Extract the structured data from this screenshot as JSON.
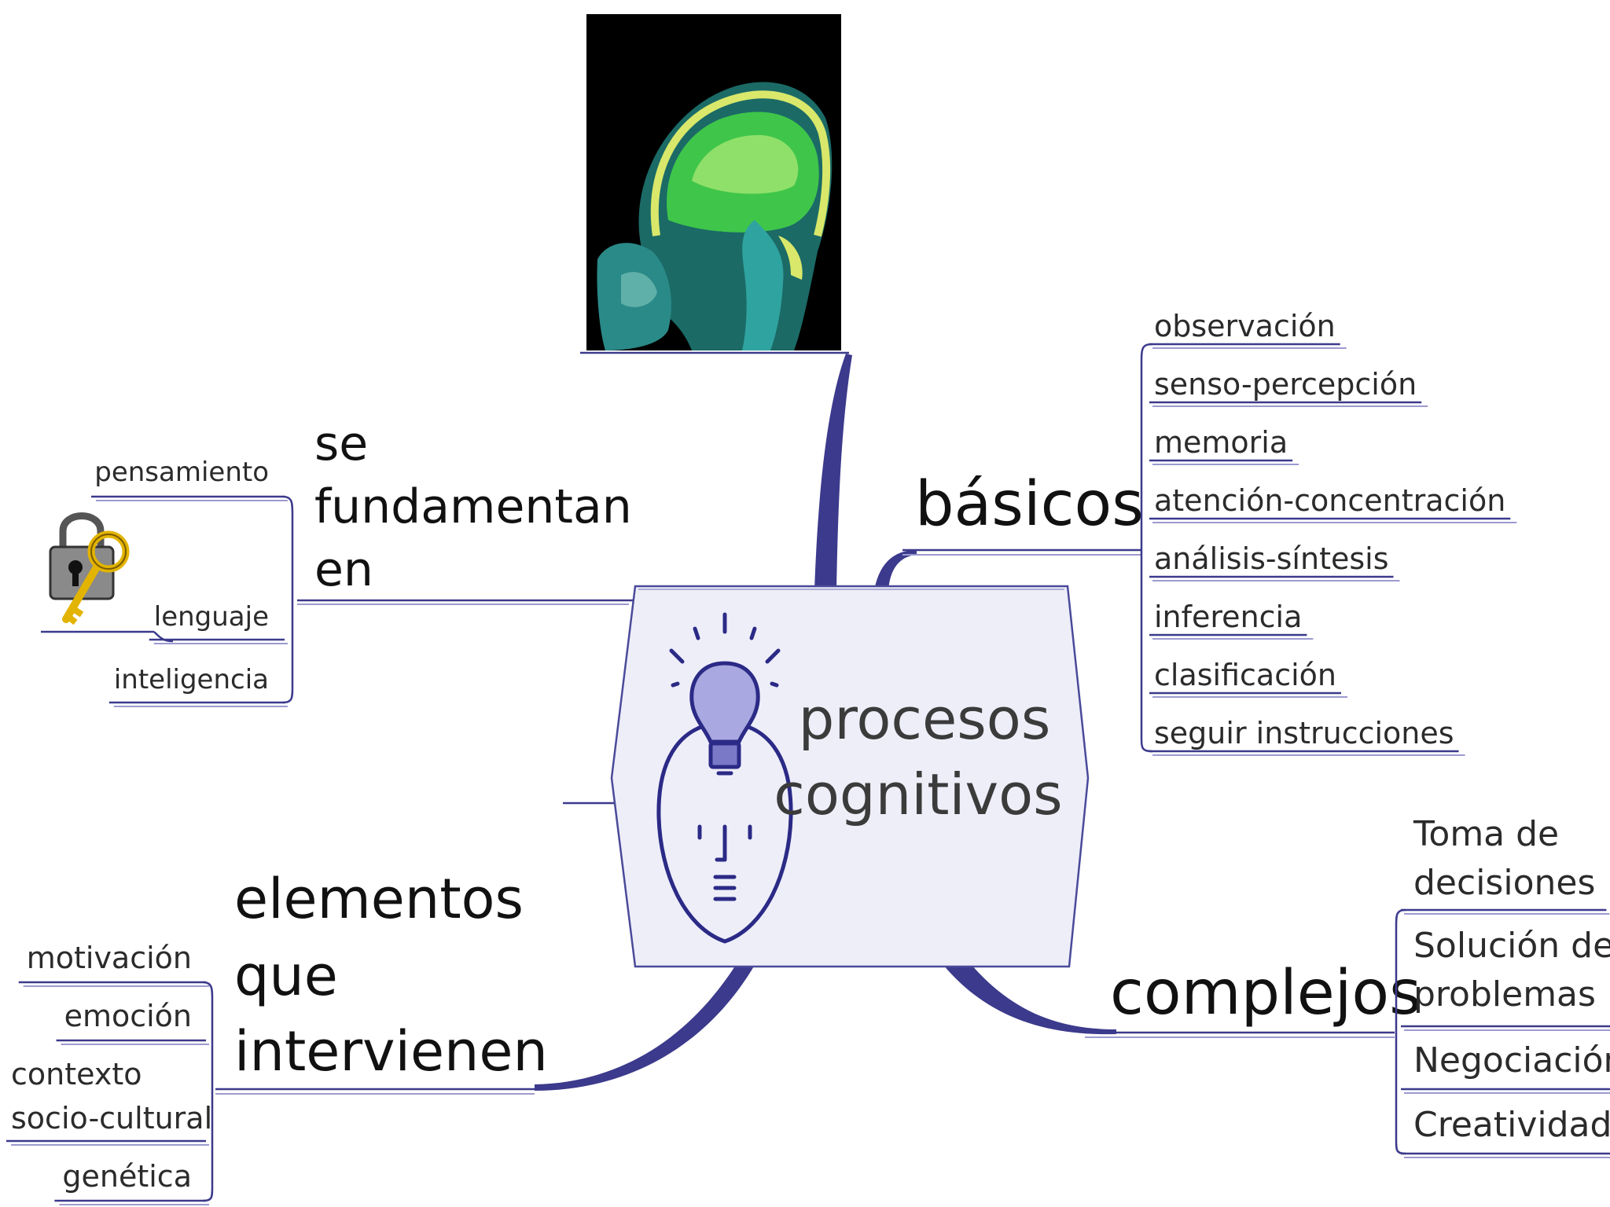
{
  "center": {
    "line1": "procesos",
    "line2": "cognitivos"
  },
  "branches": {
    "basicos": {
      "label": "básicos",
      "items": [
        "observación",
        "senso-percepción",
        "memoria",
        "atención-concentración",
        "análisis-síntesis",
        "inferencia",
        "clasificación",
        "seguir instrucciones"
      ]
    },
    "complejos": {
      "label": "complejos",
      "items": [
        [
          "Toma de",
          "decisiones"
        ],
        [
          "Solución de",
          "problemas"
        ],
        [
          "Negociación"
        ],
        [
          "Creatividad"
        ]
      ]
    },
    "fundamentan": {
      "lines": [
        "se",
        "fundamentan",
        "en"
      ],
      "items": [
        "pensamiento",
        "lenguaje",
        "inteligencia"
      ]
    },
    "elementos": {
      "lines": [
        "elementos",
        "que",
        "intervienen"
      ],
      "items": [
        [
          "motivación"
        ],
        [
          "emoción"
        ],
        [
          "contexto",
          "socio-cultural"
        ],
        [
          "genética"
        ]
      ]
    }
  },
  "images": {
    "brain_scan": "mri-brain-image",
    "lock_key": "padlock-key-icon",
    "bulb_head": "lightbulb-head-icon"
  },
  "colors": {
    "branch_line": "#3c3a8c",
    "center_fill": "#eeeef9",
    "center_stroke": "#4a4a9a",
    "icon_stroke": "#2b2a86",
    "bulb_fill": "#a9a8e0"
  }
}
